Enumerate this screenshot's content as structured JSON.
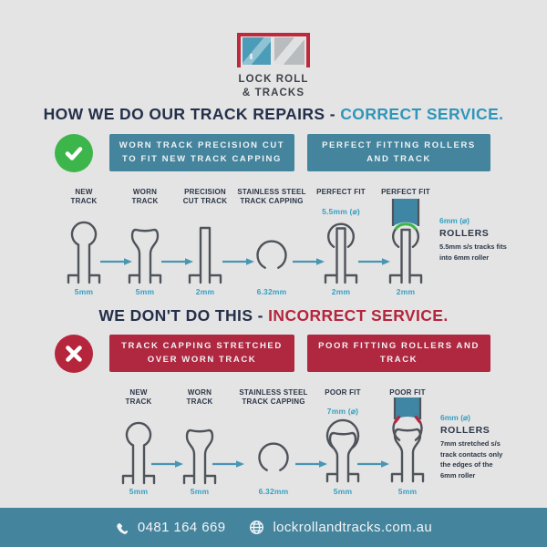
{
  "logo": {
    "name_line1": "LOCK ROLL",
    "name_line2": "& TRACKS"
  },
  "colors": {
    "background": "#e4e4e5",
    "teal_badge": "#44849d",
    "teal_accent": "#2f96ba",
    "measure_teal": "#35a0c0",
    "red_accent": "#b5253c",
    "red_badge": "#b02740",
    "green": "#3cb54a",
    "navy_text": "#24304a",
    "track_outline": "#4f545a",
    "roller_fill": "#3e86a3",
    "logo_frame_red": "#c0293d"
  },
  "correct_section": {
    "heading_main": "HOW WE DO OUR TRACK REPAIRS -",
    "heading_accent": "CORRECT SERVICE.",
    "badge_left": "WORN TRACK PRECISION CUT TO FIT NEW TRACK CAPPING",
    "badge_right": "PERFECT FITTING ROLLERS AND TRACK",
    "steps": [
      {
        "label": "NEW TRACK",
        "measure": "5mm"
      },
      {
        "label": "WORN TRACK",
        "measure": "5mm"
      },
      {
        "label": "PRECISION CUT TRACK",
        "measure": "2mm"
      },
      {
        "label": "STAINLESS STEEL TRACK CAPPING",
        "measure": "6.32mm"
      },
      {
        "label": "PERFECT FIT",
        "note": "5.5mm (⌀)",
        "measure": "2mm"
      },
      {
        "label": "PERFECT FIT",
        "measure": "2mm"
      }
    ],
    "rollers": {
      "size": "6mm (⌀)",
      "title": "ROLLERS",
      "desc": "5.5mm s/s tracks fits\ninto 6mm roller"
    }
  },
  "incorrect_section": {
    "heading_main": "WE DON'T DO THIS -",
    "heading_accent": "INCORRECT SERVICE.",
    "badge_left": "TRACK CAPPING STRETCHED OVER WORN TRACK",
    "badge_right": "POOR FITTING ROLLERS AND TRACK",
    "steps": [
      {
        "label": "NEW TRACK",
        "measure": "5mm"
      },
      {
        "label": "WORN TRACK",
        "measure": "5mm"
      },
      {
        "label": "STAINLESS STEEL TRACK CAPPING",
        "measure": "6.32mm"
      },
      {
        "label": "POOR FIT",
        "note": "7mm (⌀)",
        "measure": "5mm"
      },
      {
        "label": "POOR FIT",
        "measure": "5mm"
      }
    ],
    "rollers": {
      "size": "6mm (⌀)",
      "title": "ROLLERS",
      "desc": "7mm stretched s/s\ntrack contacts only\nthe edges of the\n6mm roller"
    }
  },
  "footer": {
    "phone": "0481 164 669",
    "website": "lockrollandtracks.com.au"
  }
}
